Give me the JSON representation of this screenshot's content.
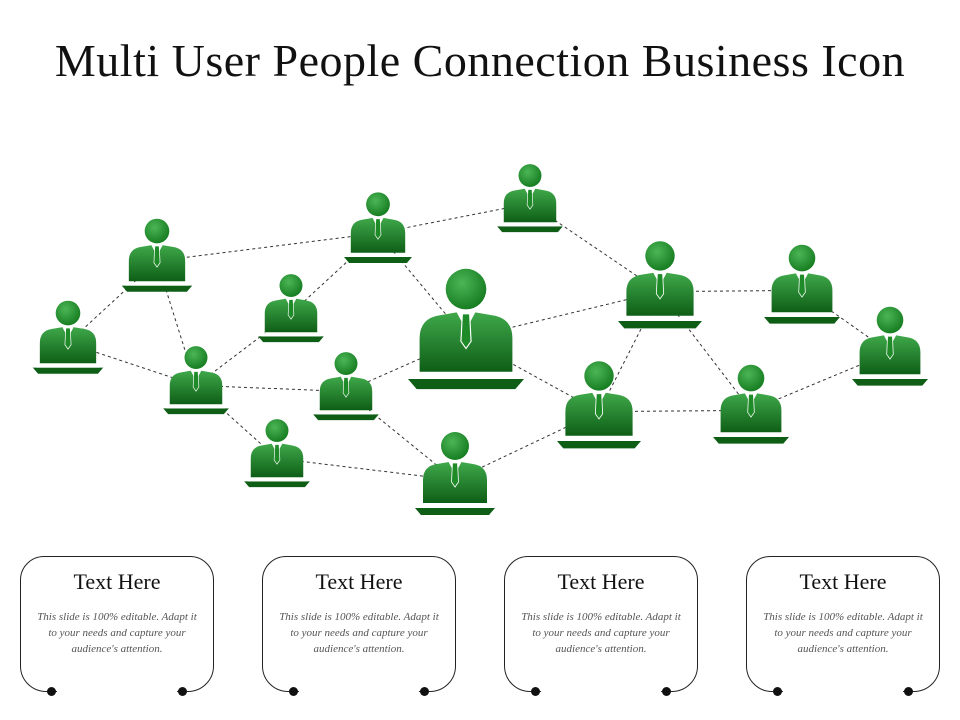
{
  "title": "Multi User People Connection Business Icon",
  "colors": {
    "figure_dark": "#0e5e16",
    "figure_light": "#3fa84a",
    "connector": "#333333"
  },
  "icon": "businessman-icon",
  "cards": [
    {
      "heading": "Text Here",
      "body": "This slide is 100% editable. Adapt it to your needs and capture your audience's attention."
    },
    {
      "heading": "Text Here",
      "body": "This slide is 100% editable. Adapt it to your needs and capture your audience's attention."
    },
    {
      "heading": "Text Here",
      "body": "This slide is 100% editable. Adapt it to your needs and capture your audience's attention."
    },
    {
      "heading": "Text Here",
      "body": "This slide is 100% editable. Adapt it to your needs and capture your audience's attention."
    }
  ]
}
